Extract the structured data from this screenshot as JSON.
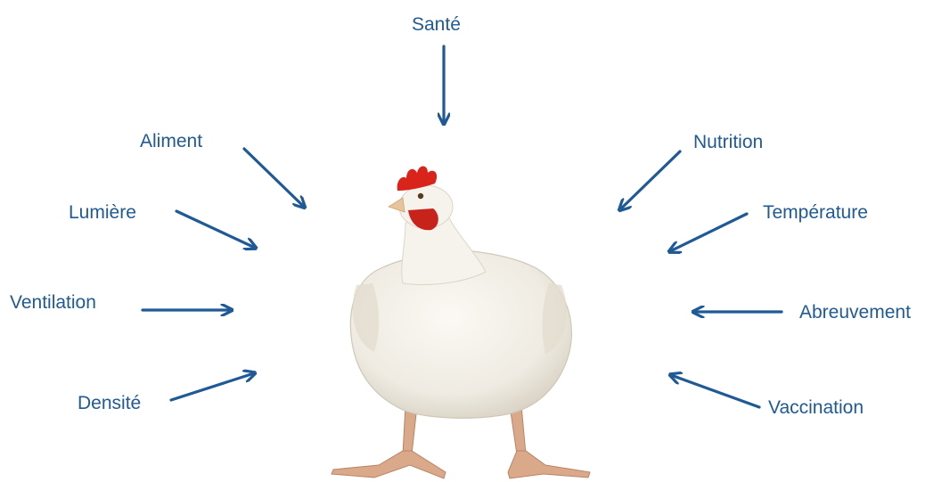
{
  "colors": {
    "accent": "#1f5a96",
    "chicken_body": "#f4f1ea",
    "chicken_shadow": "#d9d3c6",
    "comb": "#d9241c",
    "wattle": "#c8231b",
    "beak": "#e8c49a",
    "legs": "#d9a98a"
  },
  "center_image": {
    "icon": "broiler-chicken-photo"
  },
  "factors": {
    "sante": "Santé",
    "aliment": "Aliment",
    "lumiere": "Lumière",
    "ventilation": "Ventilation",
    "densite": "Densité",
    "nutrition": "Nutrition",
    "temperature": "Température",
    "abreuvement": "Abreuvement",
    "vaccination": "Vaccination"
  }
}
